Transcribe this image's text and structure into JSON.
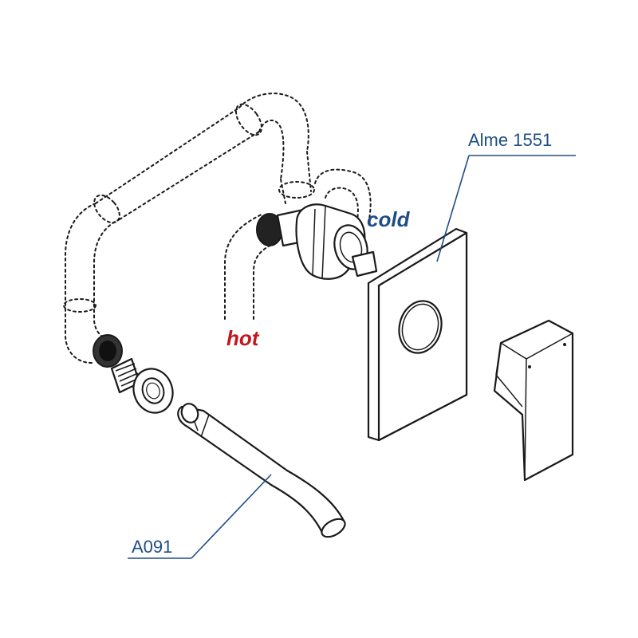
{
  "labels": {
    "mixer_part": "Alme 1551",
    "spout_part": "A091",
    "cold": "cold",
    "hot": "hot"
  },
  "colors": {
    "part_label": "#1e4e85",
    "cold": "#1e4e85",
    "hot": "#c4161c",
    "line": "#1a1a1a"
  }
}
